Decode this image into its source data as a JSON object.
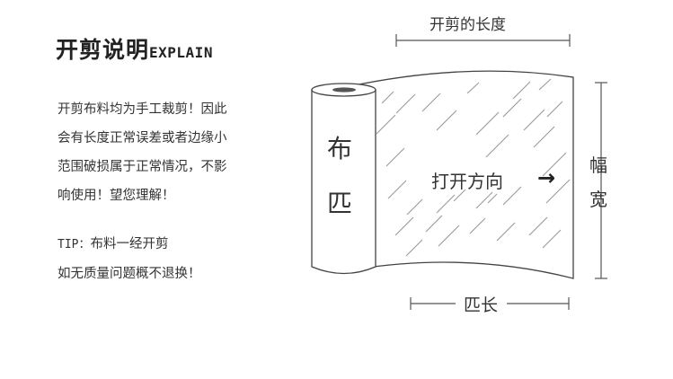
{
  "header": {
    "title_zh": "开剪说明",
    "title_en": "EXPLAIN"
  },
  "notes": {
    "lines": [
      "开剪布料均为手工裁剪！因此",
      "会有长度正常误差或者边缘小",
      "范围破损属于正常情况，不影",
      "响使用！望您理解！"
    ],
    "tip_label": "TIP：",
    "tip_text": "布料一经开剪",
    "tip_line2": "如无质量问题概不退换！"
  },
  "diagram": {
    "cut_length_label": "开剪的长度",
    "bolt_char_1": "布",
    "bolt_char_2": "匹",
    "direction_label": "打开方向",
    "direction_arrow": "→",
    "width_char_1": "幅",
    "width_char_2": "宽",
    "bolt_length_label": "匹长"
  }
}
